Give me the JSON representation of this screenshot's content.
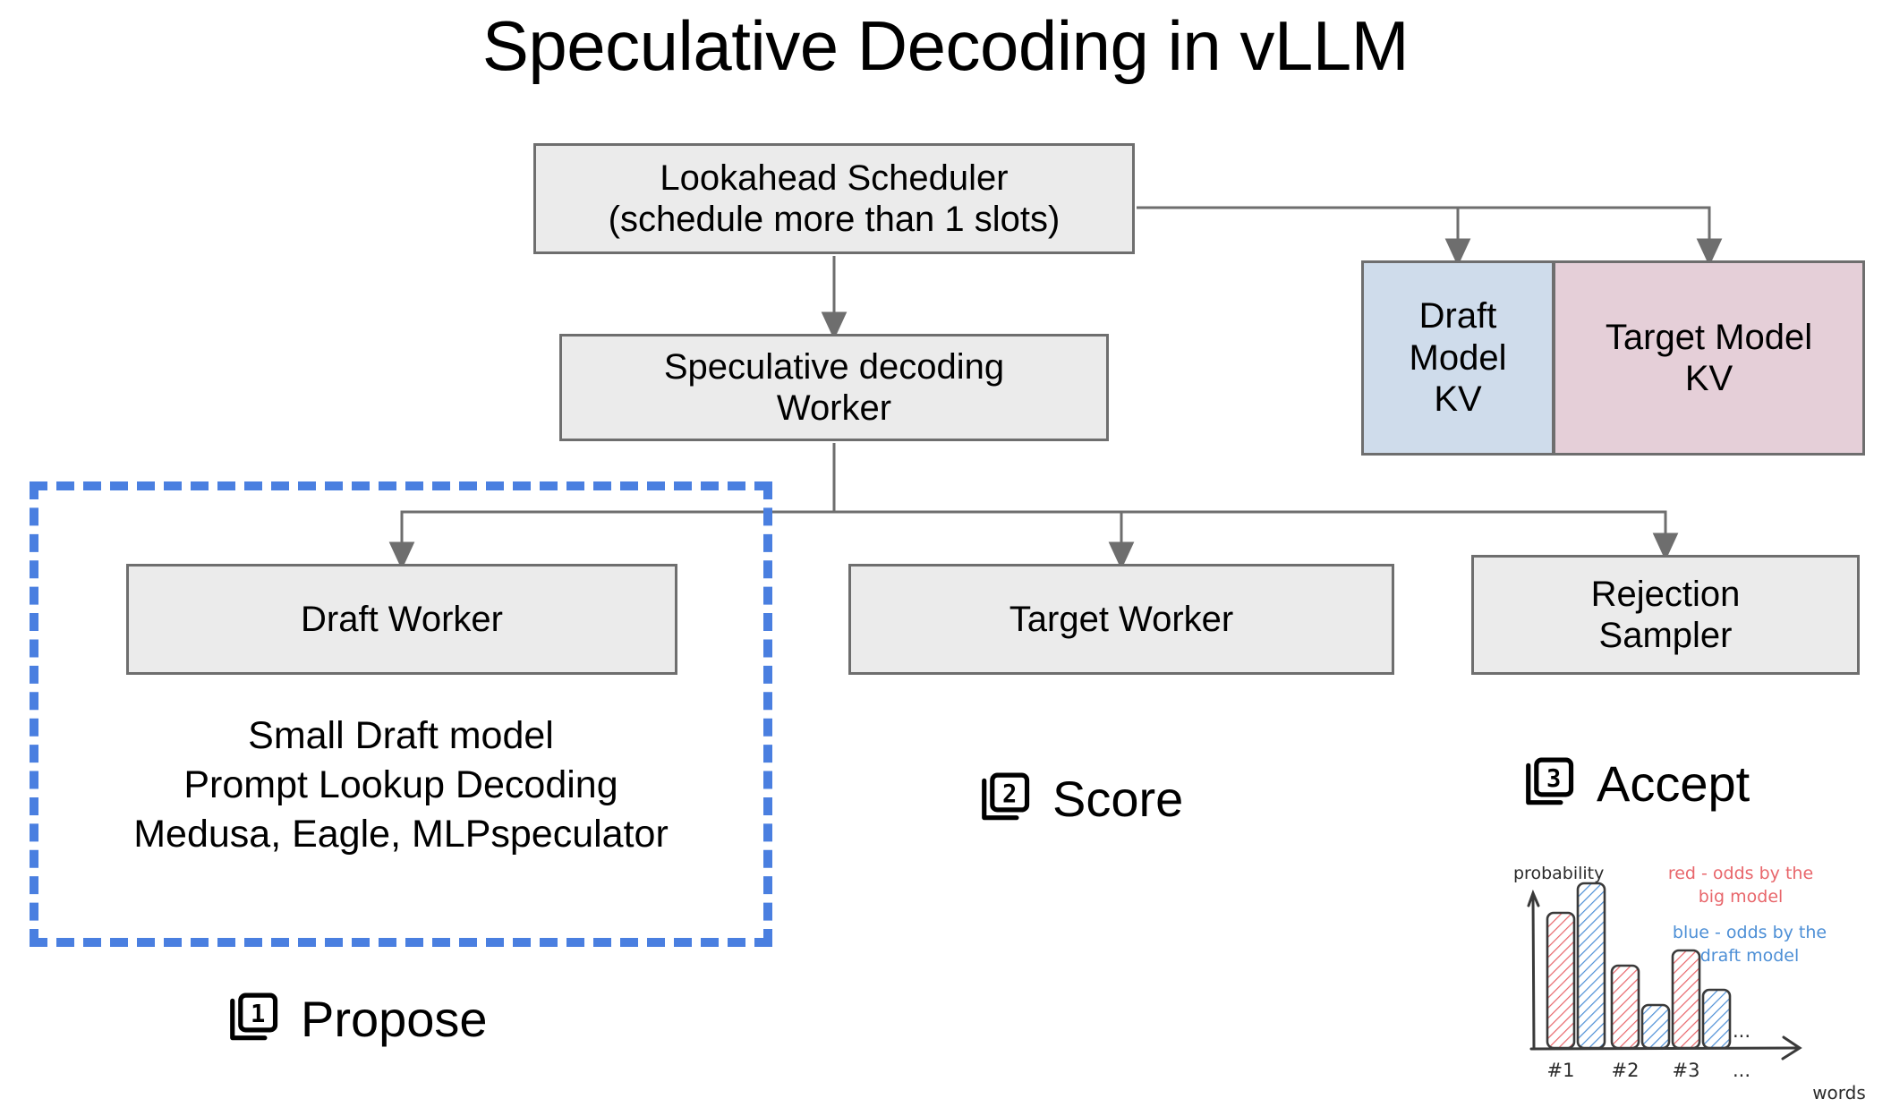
{
  "title": "Speculative Decoding in vLLM",
  "nodes": {
    "scheduler": "Lookahead Scheduler\n(schedule more than 1 slots)",
    "spec_worker": "Speculative decoding\nWorker",
    "kv_draft": "Draft\nModel\nKV",
    "kv_target": "Target Model\nKV",
    "draft_worker": "Draft Worker",
    "target_worker": "Target Worker",
    "rejection_sampler": "Rejection\nSampler"
  },
  "draft_blurb": "Small Draft model\nPrompt Lookup Decoding\nMedusa, Eagle, MLPspeculator",
  "steps": [
    {
      "number": "1",
      "label": "Propose",
      "icon": "stacked-card-1-icon"
    },
    {
      "number": "2",
      "label": "Score",
      "icon": "stacked-card-2-icon"
    },
    {
      "number": "3",
      "label": "Accept",
      "icon": "stacked-card-3-icon"
    }
  ],
  "colors": {
    "node_fill": "#ebebeb",
    "node_border": "#6e6e6e",
    "kv_draft_fill": "#cfdceb",
    "kv_target_fill": "#e5cfd8",
    "dashed_highlight": "#4a7fe0",
    "chart_red": "#e8666b",
    "chart_blue": "#4d8fd6",
    "chart_ink": "#3a3a3a"
  },
  "chart_data": {
    "type": "bar",
    "title": "",
    "xlabel": "words",
    "ylabel": "probability",
    "categories": [
      "#1",
      "#2",
      "#3",
      "..."
    ],
    "series": [
      {
        "name": "red - odds by the big model",
        "color": "#e8666b",
        "values": [
          0.72,
          0.42,
          0.52,
          null
        ]
      },
      {
        "name": "blue - odds by the draft model",
        "color": "#4d8fd6",
        "values": [
          0.88,
          0.22,
          0.3,
          null
        ]
      }
    ],
    "legend": [
      {
        "text": "red - odds by the\nbig model",
        "color": "#e8666b"
      },
      {
        "text": "blue - odds by the\ndraft model",
        "color": "#4d8fd6"
      }
    ],
    "ylim": [
      0,
      1
    ],
    "grid": false,
    "legend_position": "top-right",
    "annotations": [
      "...",
      "..."
    ],
    "style": "hand-drawn"
  }
}
